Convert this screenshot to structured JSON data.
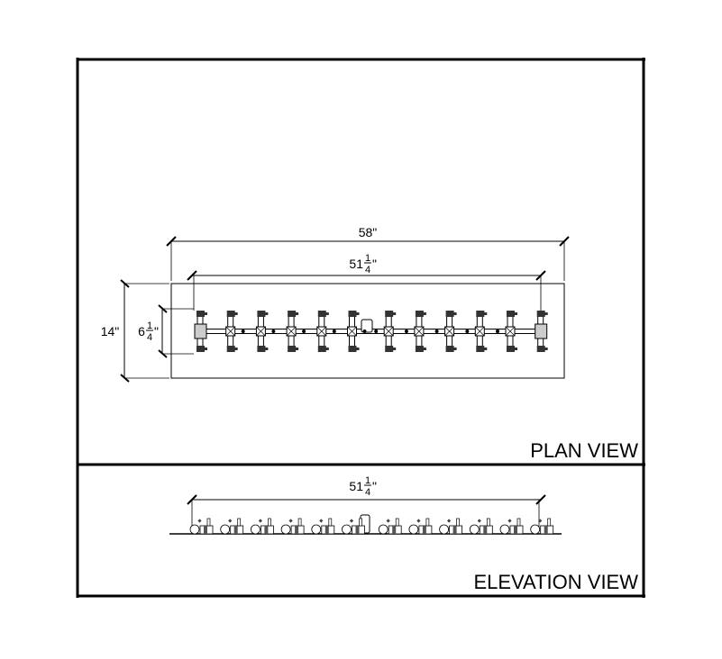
{
  "plan_view": {
    "title": "PLAN VIEW",
    "overall_length": {
      "whole": "58\""
    },
    "burner_length": {
      "whole": "51",
      "num": "1",
      "den": "4",
      "unit": "\""
    },
    "overall_width": {
      "whole": "14\""
    },
    "burner_width": {
      "whole": "6",
      "num": "1",
      "den": "4",
      "unit": "\""
    },
    "burner_units": 12
  },
  "elevation_view": {
    "title": "ELEVATION VIEW",
    "burner_length": {
      "whole": "51",
      "num": "1",
      "den": "4",
      "unit": "\""
    }
  }
}
